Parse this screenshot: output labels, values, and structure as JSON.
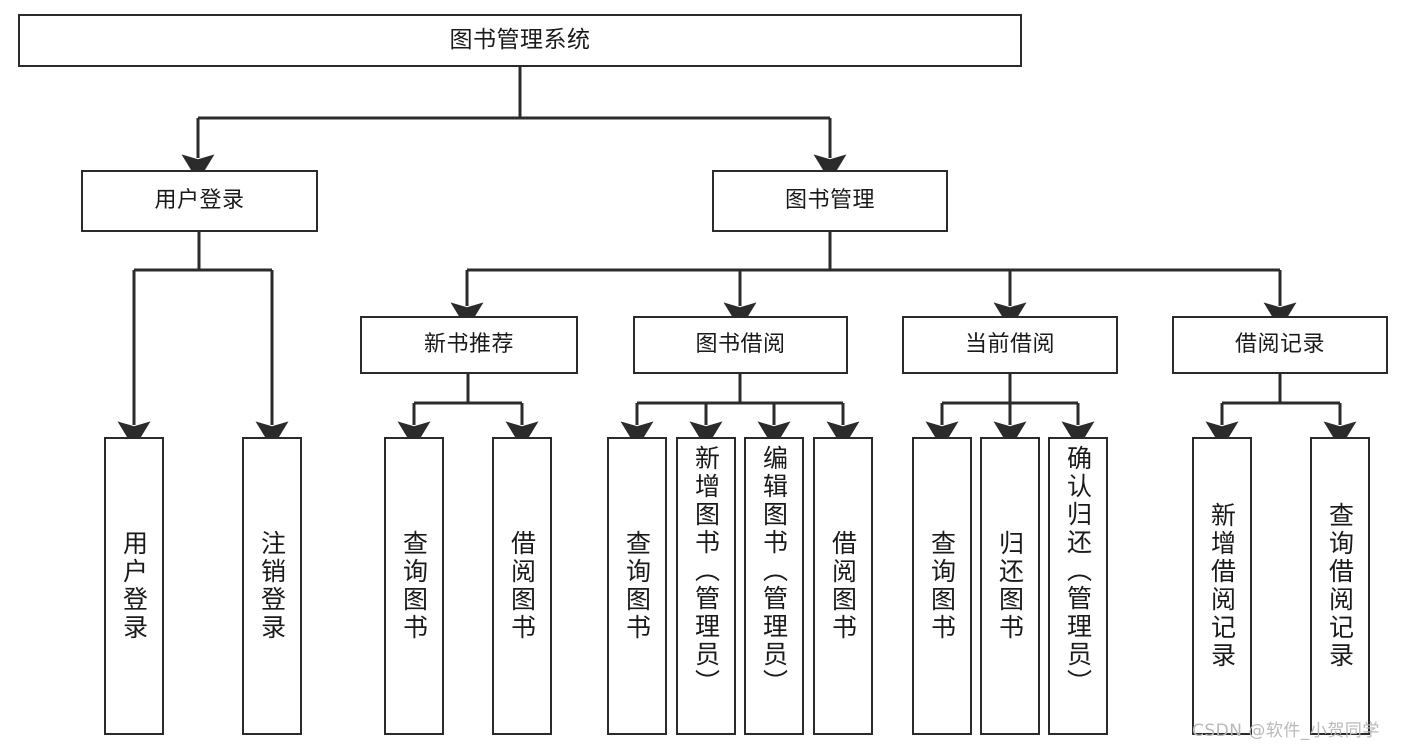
{
  "diagram": {
    "title": "图书管理系统",
    "type": "tree",
    "watermark": "CSDN @软件_小贺同学",
    "colors": {
      "stroke": "#2b2b2b",
      "fill": "#ffffff",
      "text": "#1a1a1a",
      "watermark": "#b9b9b9"
    },
    "levels": {
      "root": {
        "label": "图书管理系统"
      },
      "level2": [
        {
          "id": "user-login",
          "label": "用户登录"
        },
        {
          "id": "book-manage",
          "label": "图书管理"
        }
      ],
      "level3": [
        {
          "id": "new-book-recommend",
          "label": "新书推荐"
        },
        {
          "id": "book-borrow",
          "label": "图书借阅"
        },
        {
          "id": "current-borrow",
          "label": "当前借阅"
        },
        {
          "id": "borrow-record",
          "label": "借阅记录"
        }
      ],
      "leaves": [
        {
          "id": "leaf-user-login",
          "label": "用户登录",
          "parent": "user-login"
        },
        {
          "id": "leaf-user-logout",
          "label": "注销登录",
          "parent": "user-login"
        },
        {
          "id": "leaf-query-book-1",
          "label": "查询图书",
          "parent": "new-book-recommend"
        },
        {
          "id": "leaf-borrow-book-1",
          "label": "借阅图书",
          "parent": "new-book-recommend"
        },
        {
          "id": "leaf-query-book-2",
          "label": "查询图书",
          "parent": "book-borrow"
        },
        {
          "id": "leaf-add-book",
          "label": "新增图书（管理员）",
          "parent": "book-borrow"
        },
        {
          "id": "leaf-edit-book",
          "label": "编辑图书（管理员）",
          "parent": "book-borrow"
        },
        {
          "id": "leaf-borrow-book-2",
          "label": "借阅图书",
          "parent": "book-borrow"
        },
        {
          "id": "leaf-query-book-3",
          "label": "查询图书",
          "parent": "current-borrow"
        },
        {
          "id": "leaf-return-book",
          "label": "归还图书",
          "parent": "current-borrow"
        },
        {
          "id": "leaf-confirm-return",
          "label": "确认归还（管理员）",
          "parent": "current-borrow"
        },
        {
          "id": "leaf-add-record",
          "label": "新增借阅记录",
          "parent": "borrow-record"
        },
        {
          "id": "leaf-query-record",
          "label": "查询借阅记录",
          "parent": "borrow-record"
        }
      ]
    }
  }
}
